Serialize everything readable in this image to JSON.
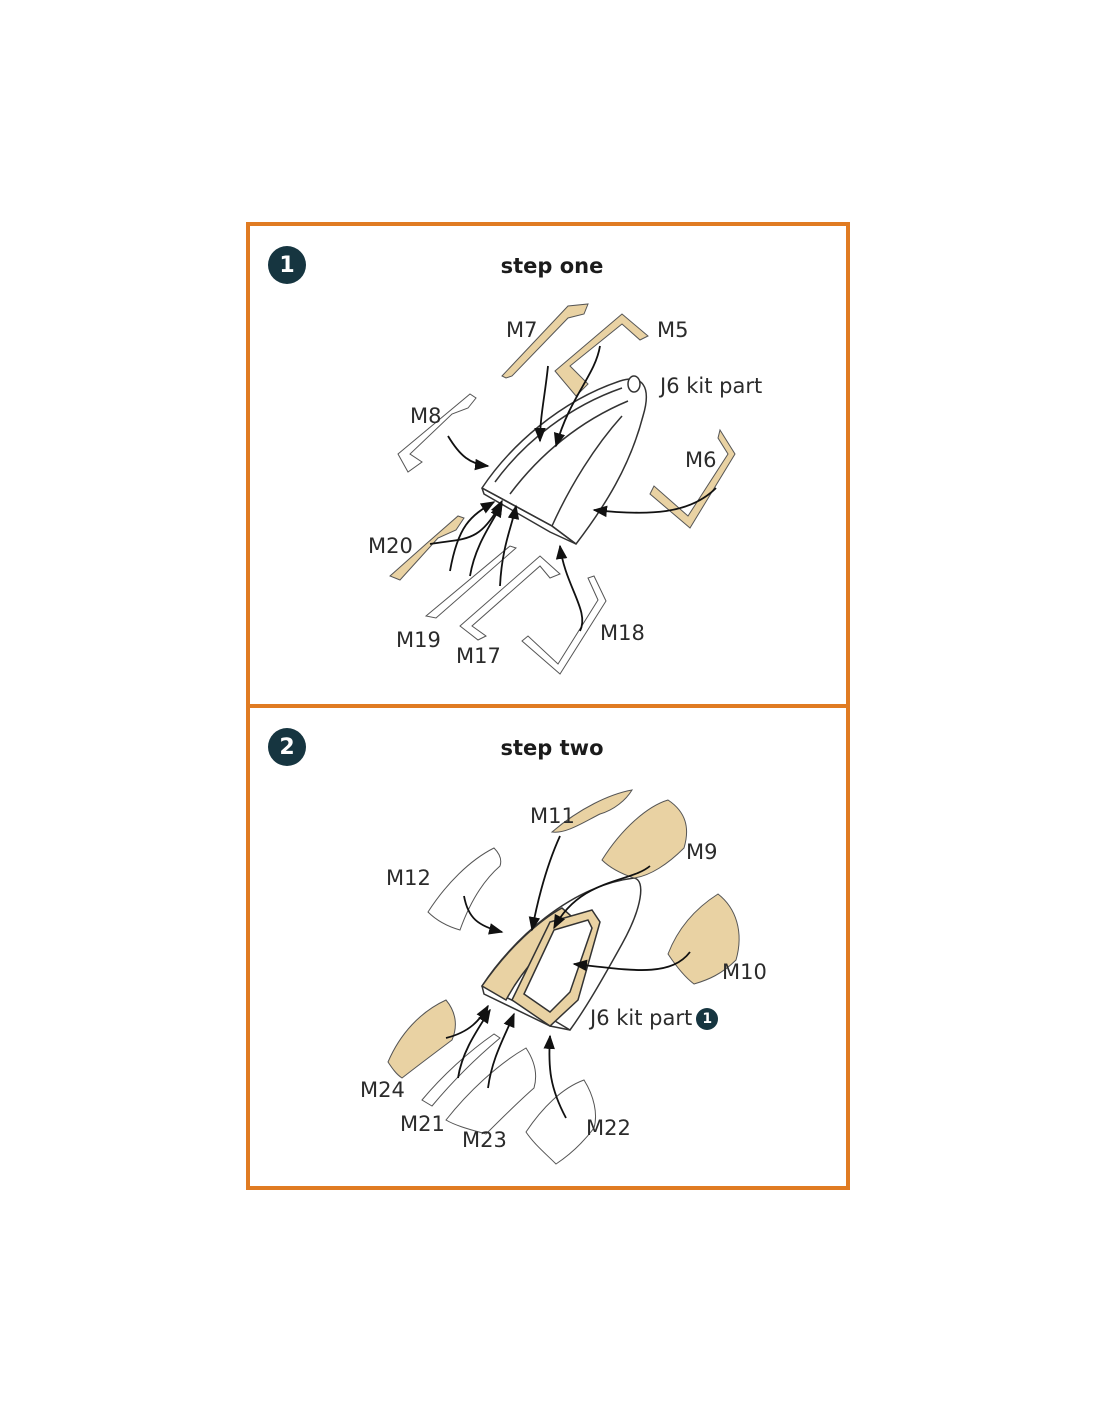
{
  "steps": [
    {
      "number": "1",
      "title": "step one",
      "labels": {
        "m7": "M7",
        "m5": "M5",
        "j6": "J6 kit part",
        "m8": "M8",
        "m6": "M6",
        "m20": "M20",
        "m19": "M19",
        "m17": "M17",
        "m18": "M18"
      }
    },
    {
      "number": "2",
      "title": "step two",
      "labels": {
        "m11": "M11",
        "m9": "M9",
        "m12": "M12",
        "m10": "M10",
        "j6": "J6 kit part",
        "j6_ref": "1",
        "m24": "M24",
        "m21": "M21",
        "m23": "M23",
        "m22": "M22"
      }
    }
  ],
  "colors": {
    "frame": "#e07b22",
    "badge": "#163540",
    "mask_fill": "#e9d2a3"
  }
}
